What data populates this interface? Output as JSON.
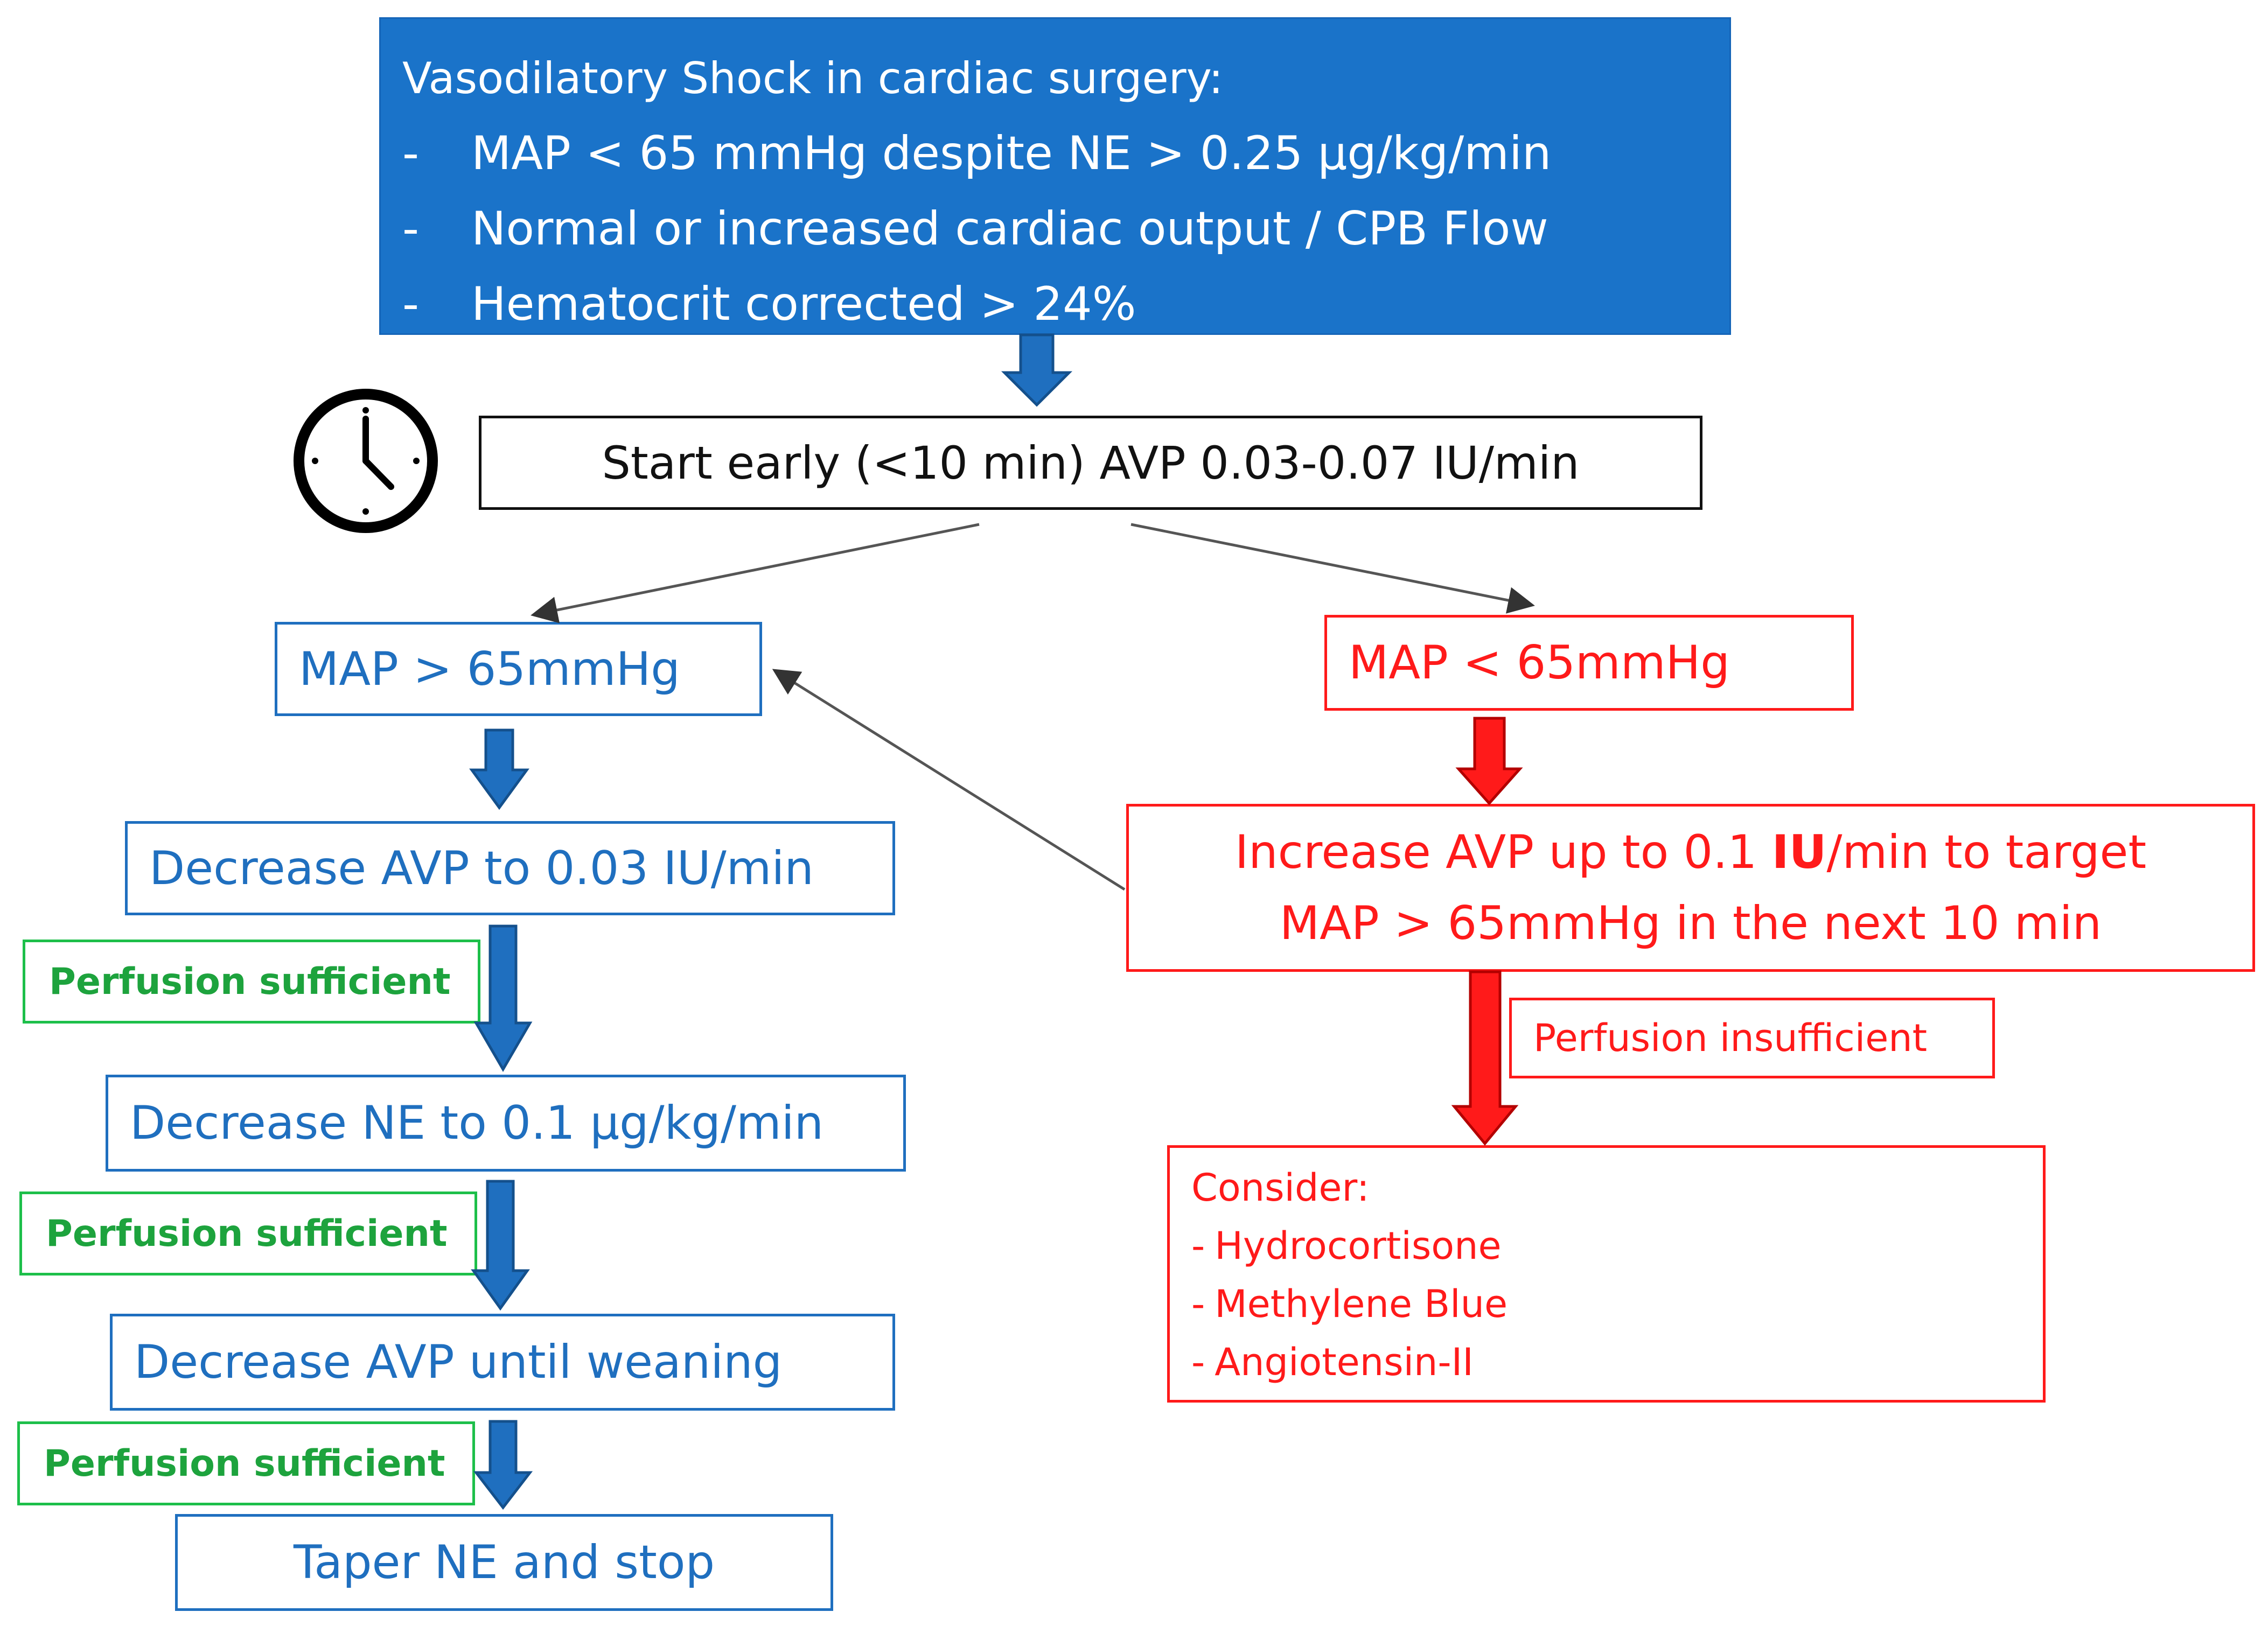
{
  "header": {
    "title": "Vasodilatory Shock in cardiac surgery:",
    "items": [
      {
        "dash": "-",
        "text": "MAP < 65 mmHg despite NE > 0.25 µg/kg/min"
      },
      {
        "dash": "-",
        "text": "Normal or increased cardiac output / CPB Flow"
      },
      {
        "dash": "-",
        "text": "Hematocrit corrected > 24%"
      }
    ]
  },
  "start": {
    "text": "Start early (<10 min) AVP 0.03-0.07 IU/min",
    "icon": "clock-icon"
  },
  "left_branch": {
    "map_high": "MAP > 65mmHg",
    "decrease_avp": "Decrease AVP to 0.03 IU/min",
    "perfusion_1": "Perfusion sufficient",
    "decrease_ne": "Decrease NE to 0.1 µg/kg/min",
    "perfusion_2": "Perfusion sufficient",
    "decrease_avp_wean": "Decrease AVP until weaning",
    "perfusion_3": "Perfusion sufficient",
    "taper": "Taper NE and stop"
  },
  "right_branch": {
    "map_low": "MAP < 65mmHg",
    "increase_line1_pre": "Increase AVP up to 0.1 ",
    "increase_line1_bold": "IU",
    "increase_line1_post": "/min to target",
    "increase_line2": "MAP > 65mmHg in the next 10 min",
    "perfusion_insufficient": "Perfusion insufficient",
    "consider_title": "Consider:",
    "consider_items": [
      {
        "dash": "-",
        "text": "Hydrocortisone"
      },
      {
        "dash": "-",
        "text": "Methylene Blue"
      },
      {
        "dash": "-",
        "text": "Angiotensin-II"
      }
    ]
  },
  "colors": {
    "header_bg": "#1a73c9",
    "blue": "#1f6fbf",
    "red": "#ff1a1a",
    "green_text": "#1da33d",
    "green_border": "#1dbf4a",
    "black": "#111111"
  }
}
